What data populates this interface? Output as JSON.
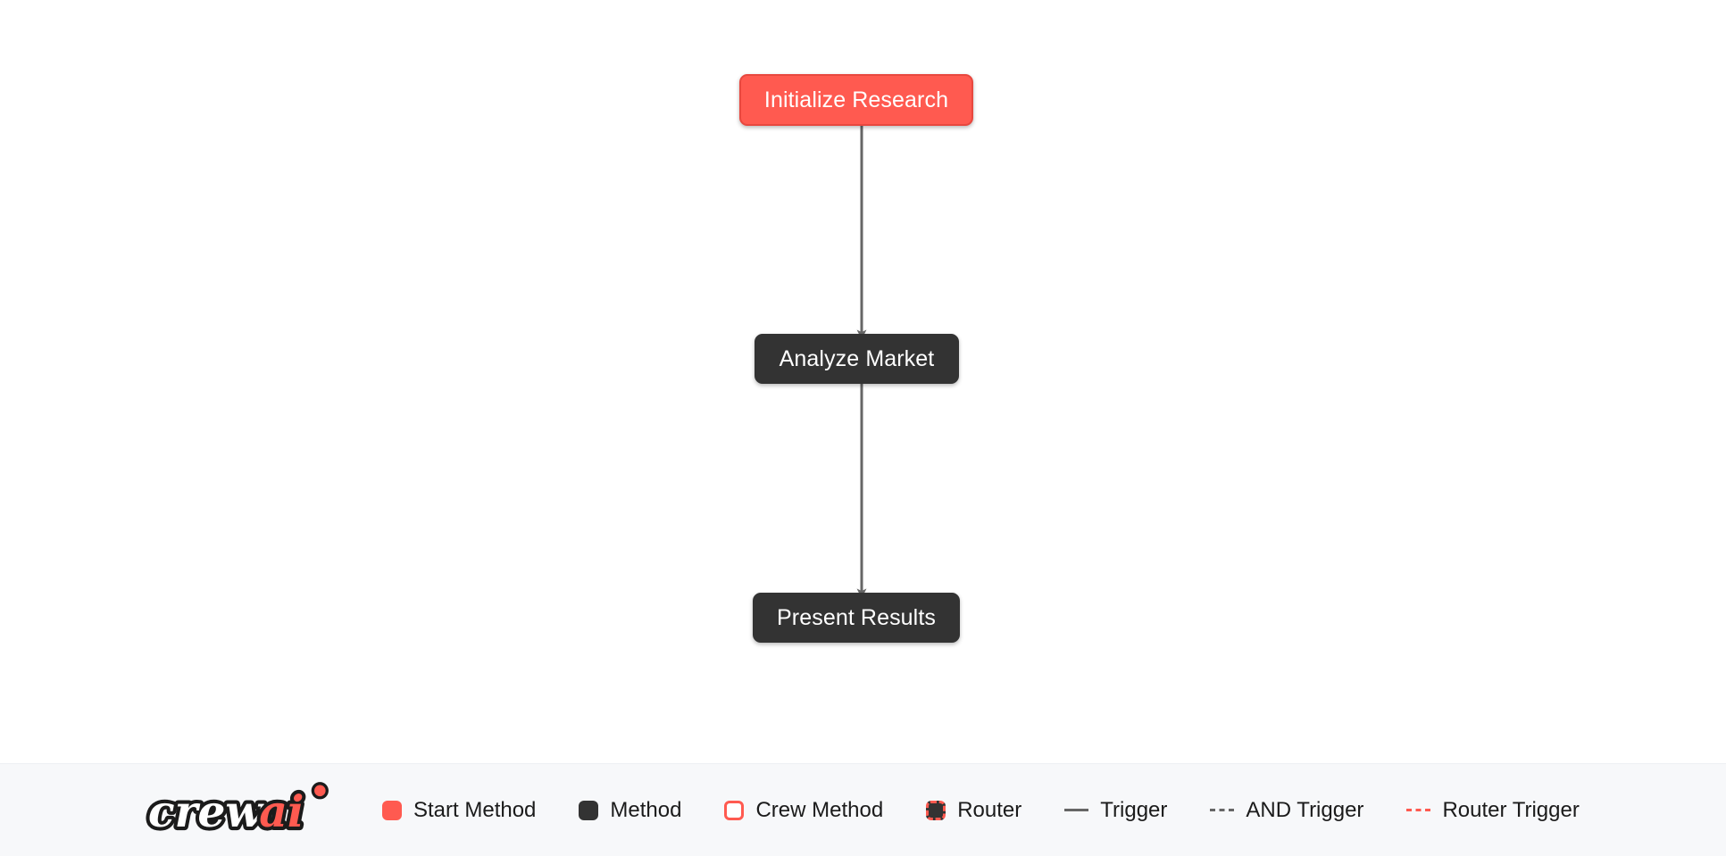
{
  "canvas": {
    "background_color": "#ffffff",
    "nodes": [
      {
        "id": "initialize-research",
        "label": "Initialize Research",
        "type": "start-method",
        "fill": "#ff5a50",
        "text_color": "#ffffff"
      },
      {
        "id": "analyze-market",
        "label": "Analyze Market",
        "type": "method",
        "fill": "#333333",
        "text_color": "#ffffff"
      },
      {
        "id": "present-results",
        "label": "Present Results",
        "type": "method",
        "fill": "#333333",
        "text_color": "#ffffff"
      }
    ],
    "edges": [
      {
        "from": "initialize-research",
        "to": "analyze-market",
        "style": "trigger",
        "color": "#666666"
      },
      {
        "from": "analyze-market",
        "to": "present-results",
        "style": "trigger",
        "color": "#666666"
      }
    ]
  },
  "legend": {
    "logo_text_primary": "crew",
    "logo_text_accent": "ai",
    "logo_primary_color": "#ffffff",
    "logo_accent_color": "#ff5a50",
    "logo_outline_color": "#1b1b1b",
    "items": [
      {
        "label": "Start Method",
        "marker": "swatch-filled-coral",
        "color": "#ff5a50"
      },
      {
        "label": "Method",
        "marker": "swatch-filled-dark",
        "color": "#333333"
      },
      {
        "label": "Crew Method",
        "marker": "swatch-outline-coral",
        "color": "#ff5a50"
      },
      {
        "label": "Router",
        "marker": "swatch-dashed-coral",
        "color": "#ff5a50"
      },
      {
        "label": "Trigger",
        "marker": "line-solid-gray",
        "color": "#666666"
      },
      {
        "label": "AND Trigger",
        "marker": "line-dashed-gray",
        "color": "#666666"
      },
      {
        "label": "Router Trigger",
        "marker": "line-dashed-coral",
        "color": "#ff5a50"
      }
    ]
  }
}
